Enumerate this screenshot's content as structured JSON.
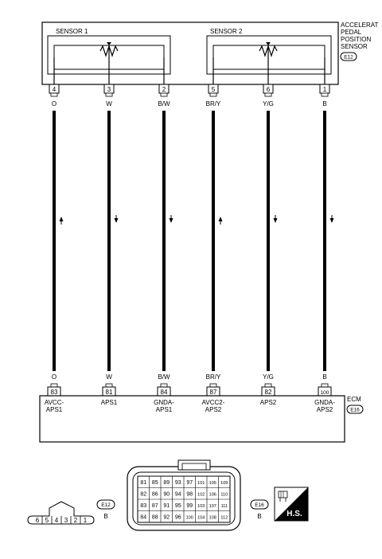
{
  "sensor": {
    "name_lines": [
      "ACCELERAT",
      "PEDAL",
      "POSITION",
      "SENSOR"
    ],
    "connector": "E12",
    "sensor1": "SENSOR 1",
    "sensor2": "SENSOR 2"
  },
  "wires": [
    {
      "sensor_pin": "4",
      "color_top": "O",
      "color_bottom": "O",
      "ecm_pin": "83",
      "ecm_label": [
        "AVCC-",
        "APS1"
      ],
      "direction": "up"
    },
    {
      "sensor_pin": "3",
      "color_top": "W",
      "color_bottom": "W",
      "ecm_pin": "81",
      "ecm_label": [
        "APS1"
      ],
      "direction": "down"
    },
    {
      "sensor_pin": "2",
      "color_top": "B/W",
      "color_bottom": "B/W",
      "ecm_pin": "84",
      "ecm_label": [
        "GNDA-",
        "APS1"
      ],
      "direction": "down"
    },
    {
      "sensor_pin": "5",
      "color_top": "BR/Y",
      "color_bottom": "BR/Y",
      "ecm_pin": "87",
      "ecm_label": [
        "AVCC2-",
        "APS2"
      ],
      "direction": "up"
    },
    {
      "sensor_pin": "6",
      "color_top": "Y/G",
      "color_bottom": "Y/G",
      "ecm_pin": "82",
      "ecm_label": [
        "APS2"
      ],
      "direction": "down"
    },
    {
      "sensor_pin": "1",
      "color_top": "B",
      "color_bottom": "B",
      "ecm_pin": "100",
      "ecm_label": [
        "GNDA-",
        "APS2"
      ],
      "direction": "down"
    }
  ],
  "ecm": {
    "name": "ECM",
    "connector": "E16"
  },
  "connector_e12": {
    "pins": [
      "6",
      "5",
      "4",
      "3",
      "2",
      "1"
    ],
    "code": "E12",
    "color": "B"
  },
  "connector_e16": {
    "rows": [
      [
        "81",
        "85",
        "89",
        "93",
        "97",
        "101",
        "105",
        "109"
      ],
      [
        "82",
        "86",
        "90",
        "94",
        "98",
        "102",
        "106",
        "110"
      ],
      [
        "83",
        "87",
        "91",
        "95",
        "99",
        "103",
        "107",
        "111"
      ],
      [
        "84",
        "88",
        "92",
        "96",
        "100",
        "104",
        "108",
        "112"
      ]
    ],
    "code": "E16",
    "color": "B"
  },
  "hs_badge": "H.S."
}
